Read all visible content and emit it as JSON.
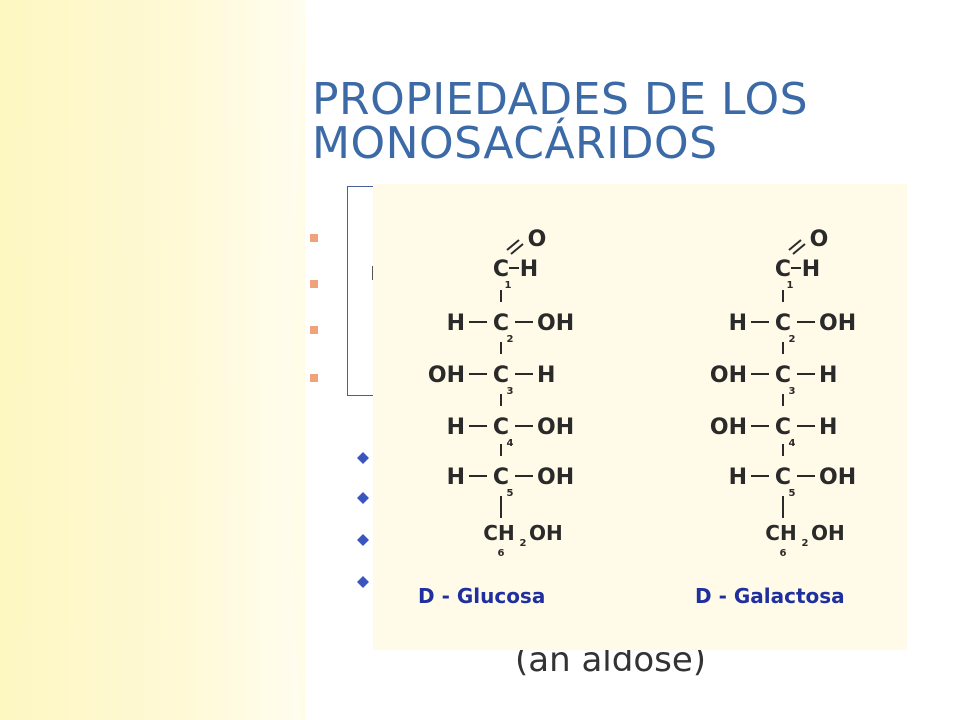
{
  "slide": {
    "title_line1": "PROPIEDADES DE LOS",
    "title_line2": "MONOSACÁRIDOS",
    "caption": "(an aldose)"
  },
  "figure": {
    "left": {
      "name": "D - Glucosa",
      "top": {
        "C": "C",
        "sub": "1",
        "O": "O",
        "H": "H"
      },
      "rows": [
        {
          "left": "H",
          "sub": "2",
          "right": "OH"
        },
        {
          "left": "OH",
          "sub": "3",
          "right": "H"
        },
        {
          "left": "H",
          "sub": "4",
          "right": "OH"
        },
        {
          "left": "H",
          "sub": "5",
          "right": "OH"
        }
      ],
      "bottom": {
        "text": "CH",
        "sub": "2",
        "tail": "OH",
        "index": "6"
      }
    },
    "right": {
      "name": "D - Galactosa",
      "top": {
        "C": "C",
        "sub": "1",
        "O": "O",
        "H": "H"
      },
      "rows": [
        {
          "left": "H",
          "sub": "2",
          "right": "OH"
        },
        {
          "left": "OH",
          "sub": "3",
          "right": "H"
        },
        {
          "left": "OH",
          "sub": "4",
          "right": "H"
        },
        {
          "left": "H",
          "sub": "5",
          "right": "OH"
        }
      ],
      "bottom": {
        "text": "CH",
        "sub": "2",
        "tail": "OH",
        "index": "6"
      }
    }
  },
  "colors": {
    "title": "#3c6aa6",
    "bullet": "#f0a37a",
    "sub_bullet": "#3a55c0",
    "structure": "#2a2a2a",
    "label": "#1f2fa0"
  }
}
